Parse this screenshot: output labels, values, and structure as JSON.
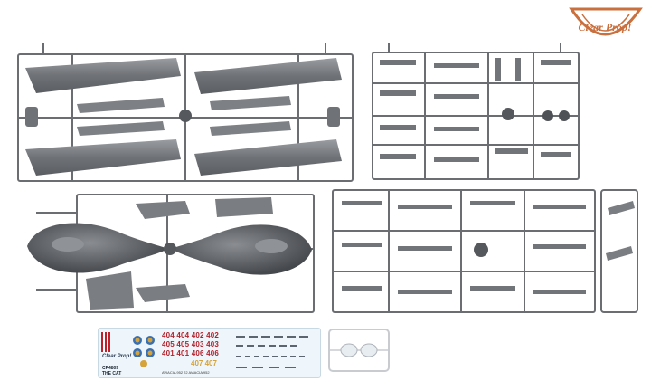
{
  "logo": {
    "text": "Clear Prop!"
  },
  "decal_sheet": {
    "brand": "Clear Prop!",
    "code": "CP4809",
    "subtitle": "THE CAT",
    "serial_row_1": "404 404  402 402",
    "serial_row_2": "405 405  403 403",
    "serial_row_3": "401 401  406 406",
    "serial_row_4": "407 407",
    "strip_text": "AVIACIA 952  22  AVIACIA 952"
  },
  "colors": {
    "sprue_gray": "#76797d",
    "sprue_dark": "#55585c",
    "logo_orange": "#c9703e",
    "decal_red": "#b3202a",
    "decal_yellow": "#d6a23a",
    "decal_blue": "#3a6fb0"
  }
}
